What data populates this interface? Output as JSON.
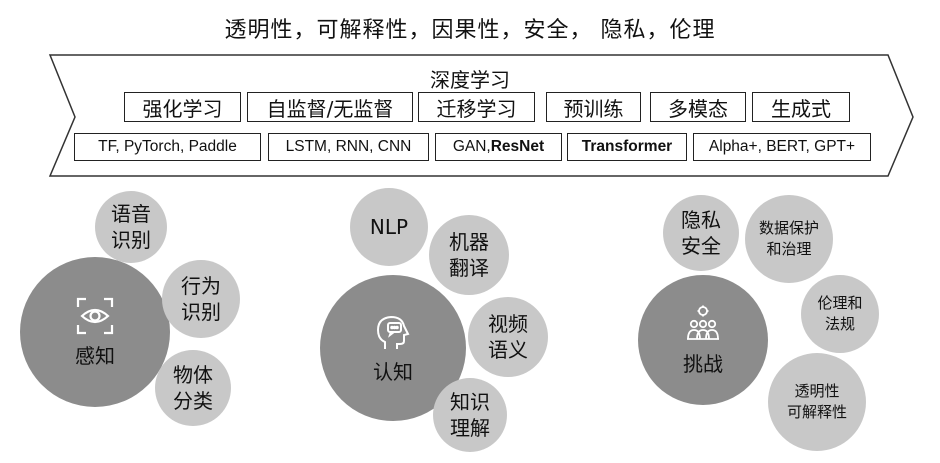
{
  "header": {
    "title": "透明性，可解释性，因果性，安全， 隐私，伦理"
  },
  "banner": {
    "label": "深度学习",
    "categories": [
      "强化学习",
      "自监督/无监督",
      "迁移学习",
      "预训练",
      "多模态",
      "生成式"
    ],
    "technologies": [
      {
        "plain": "TF, PyTorch, Paddle",
        "bold": ""
      },
      {
        "plain": "LSTM, RNN, CNN",
        "bold": ""
      },
      {
        "plain": "GAN, ",
        "bold": "ResNet"
      },
      {
        "plain": "",
        "bold": "Transformer"
      },
      {
        "plain": "Alpha+, BERT, GPT+",
        "bold": ""
      }
    ]
  },
  "clusters": [
    {
      "main": {
        "label": "感知",
        "icon": "eye-scan-icon"
      },
      "subs": [
        {
          "line1": "语音",
          "line2": "识别"
        },
        {
          "line1": "行为",
          "line2": "识别"
        },
        {
          "line1": "物体",
          "line2": "分类"
        }
      ]
    },
    {
      "main": {
        "label": "认知",
        "icon": "head-chat-icon"
      },
      "subs": [
        {
          "line1": "NLP",
          "line2": ""
        },
        {
          "line1": "机器",
          "line2": "翻译"
        },
        {
          "line1": "视频",
          "line2": "语义"
        },
        {
          "line1": "知识",
          "line2": "理解"
        }
      ]
    },
    {
      "main": {
        "label": "挑战",
        "icon": "team-gear-icon"
      },
      "subs": [
        {
          "line1": "隐私",
          "line2": "安全"
        },
        {
          "line1": "数据保护",
          "line2": "和治理"
        },
        {
          "line1": "伦理和",
          "line2": "法规"
        },
        {
          "line1": "透明性",
          "line2": "可解释性"
        }
      ]
    }
  ],
  "colors": {
    "large_circle": "#8c8c8c",
    "small_circle": "#c8c8c8",
    "outline": "#222222"
  }
}
